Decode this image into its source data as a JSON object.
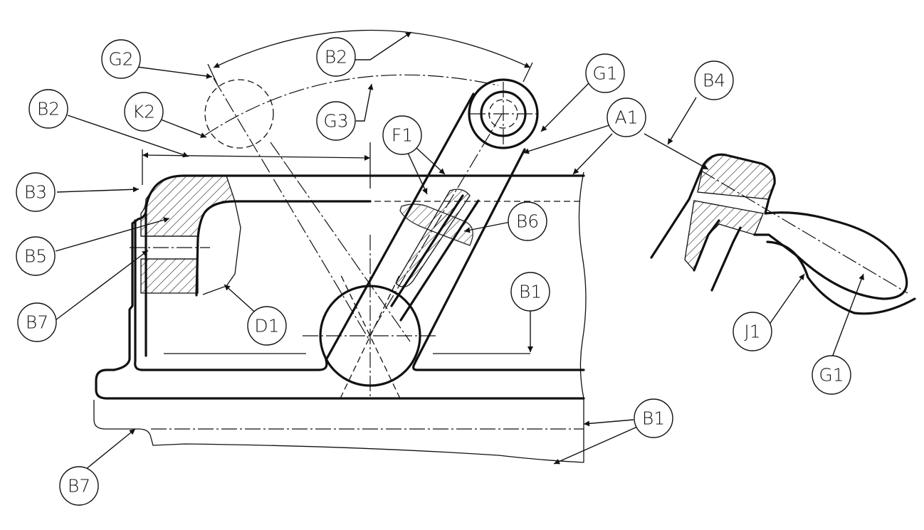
{
  "labels": [
    {
      "id": "g2-top",
      "text": "G2"
    },
    {
      "id": "b2-top",
      "text": "B2"
    },
    {
      "id": "g1-top",
      "text": "G1"
    },
    {
      "id": "b4",
      "text": "B4"
    },
    {
      "id": "b2-left",
      "text": "B2"
    },
    {
      "id": "k2",
      "text": "K2"
    },
    {
      "id": "g3",
      "text": "G3"
    },
    {
      "id": "a1",
      "text": "A1"
    },
    {
      "id": "f1",
      "text": "F1"
    },
    {
      "id": "b3",
      "text": "B3"
    },
    {
      "id": "b6",
      "text": "B6"
    },
    {
      "id": "b5",
      "text": "B5"
    },
    {
      "id": "b1-mid",
      "text": "B1"
    },
    {
      "id": "b7-left",
      "text": "B7"
    },
    {
      "id": "d1",
      "text": "D1"
    },
    {
      "id": "j1",
      "text": "J1"
    },
    {
      "id": "g1-right",
      "text": "G1"
    },
    {
      "id": "b1-bottom",
      "text": "B1"
    },
    {
      "id": "b7-bottom",
      "text": "B7"
    }
  ]
}
